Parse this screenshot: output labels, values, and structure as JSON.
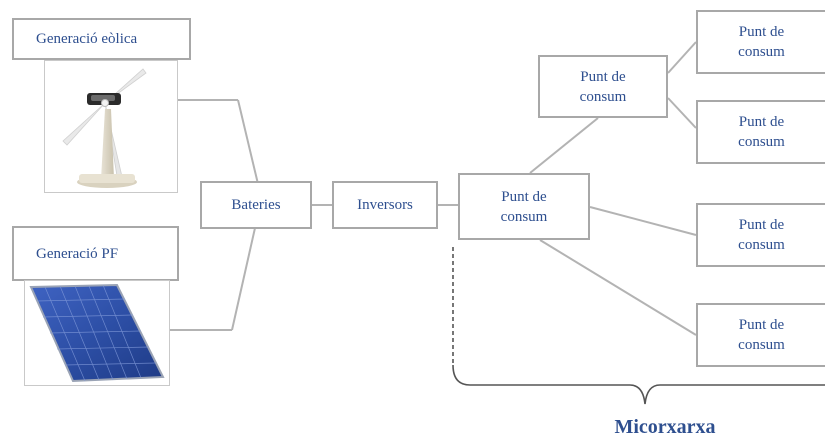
{
  "nodes": {
    "wind_generation": "Generació eòlica",
    "pv_generation": "Generació PF",
    "batteries": "Bateries",
    "inverters": "Inversors",
    "consumption_main": {
      "line1": "Punt de",
      "line2": "consum"
    },
    "consumption_mid": {
      "line1": "Punt de",
      "line2": "consum"
    },
    "consumption_r1": {
      "line1": "Punt de",
      "line2": "consum"
    },
    "consumption_r2": {
      "line1": "Punt de",
      "line2": "consum"
    },
    "consumption_r3": {
      "line1": "Punt de",
      "line2": "consum"
    },
    "consumption_r4": {
      "line1": "Punt de",
      "line2": "consum"
    }
  },
  "microgrid_label": "Micorxarxa",
  "colors": {
    "text": "#2e4f8f",
    "connector": "#b3b3b3",
    "box_border": "#a8a8a8",
    "solar_panel": "#2d4fa6"
  },
  "icons": {
    "wind_photo": "wind-turbine-icon",
    "pv_photo": "solar-panel-icon"
  }
}
